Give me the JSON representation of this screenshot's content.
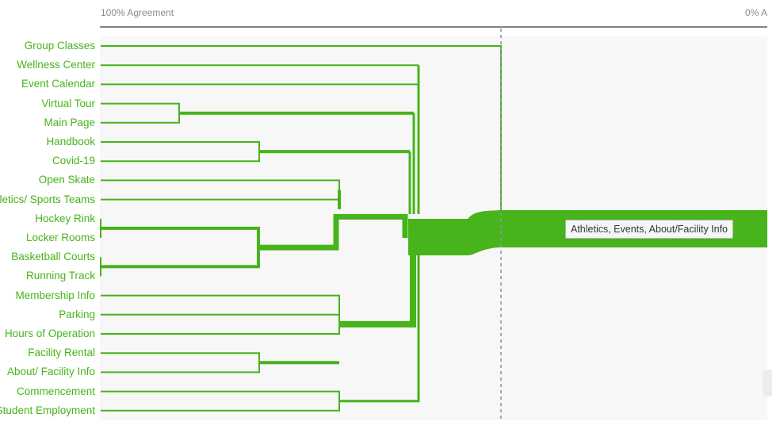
{
  "axis": {
    "left_label": "100% Agreement",
    "right_label": "0% A"
  },
  "colors": {
    "branch": "#46b41a",
    "axis": "#7d8490",
    "cutline": "#8c96a6"
  },
  "leaves": [
    "Group Classes",
    "Wellness Center",
    "Event Calendar",
    "Virtual Tour",
    "Main Page",
    "Handbook",
    "Covid-19",
    "Open Skate",
    "Athletics/ Sports Teams",
    "Hockey Rink",
    "Locker Rooms",
    "Basketball Courts",
    "Running Track",
    "Membership Info",
    "Parking",
    "Hours of Operation",
    "Facility Rental",
    "About/ Facility Info",
    "Commencement",
    "Student Employment"
  ],
  "cluster_label": "Athletics, Events, About/Facility Info"
}
